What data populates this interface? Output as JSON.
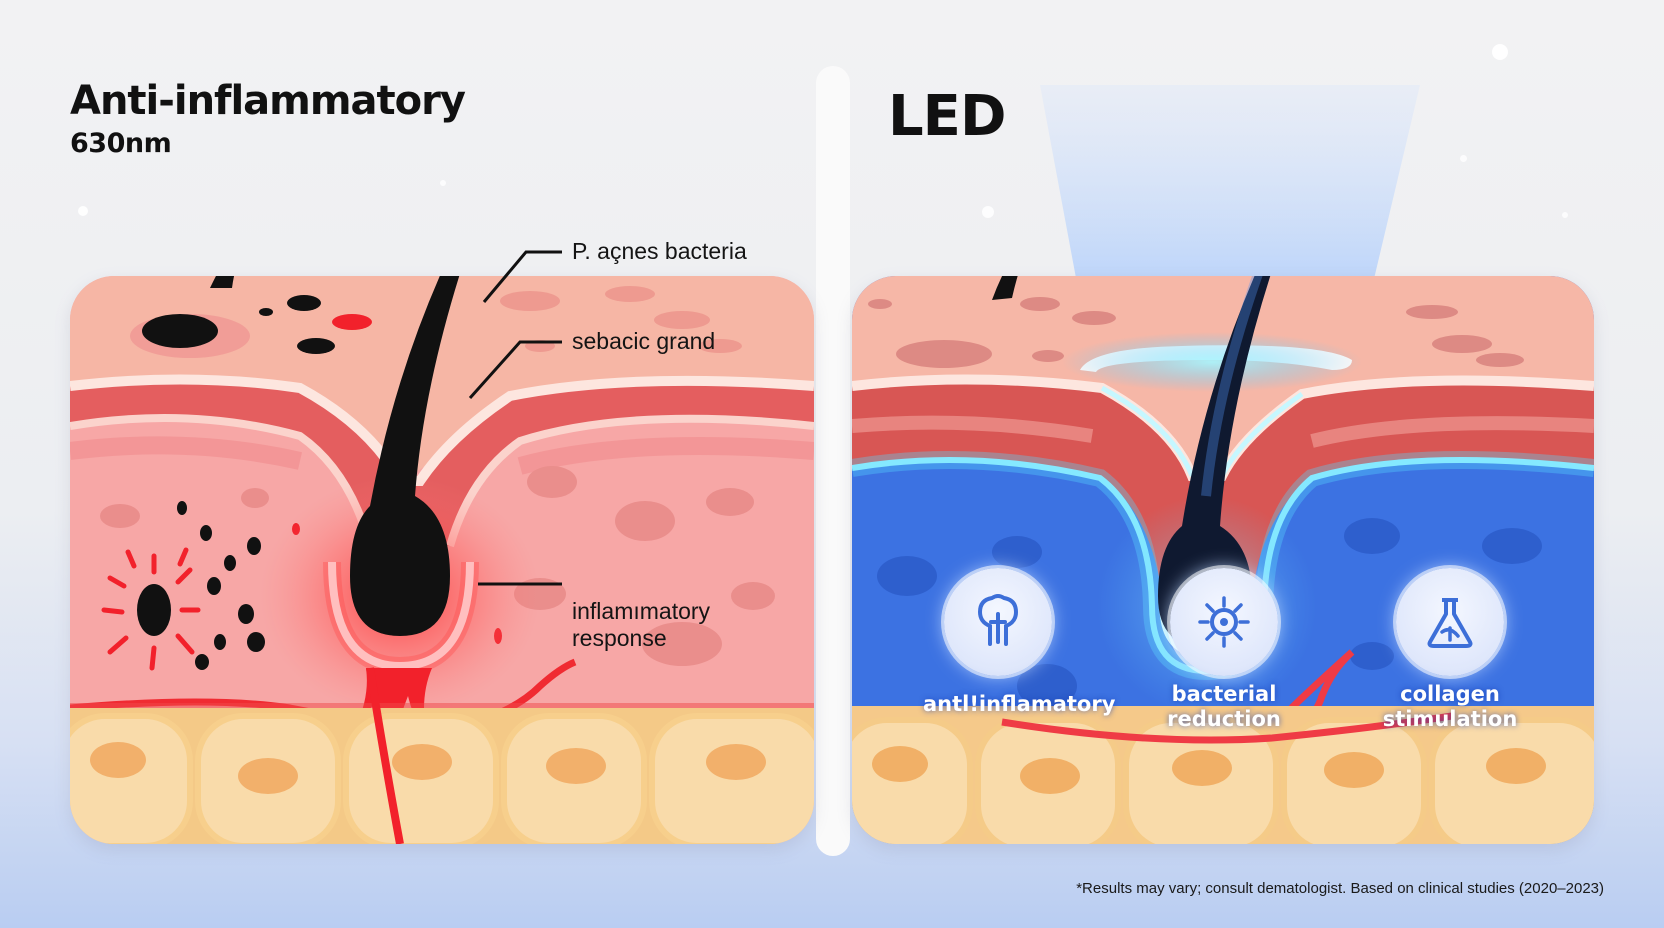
{
  "left": {
    "title": "Anti-inflammatory",
    "subtitle": "630nm",
    "callouts": [
      "P. açnes bacteria",
      "sebacic grand",
      "inflamımatory\nresponse"
    ]
  },
  "right": {
    "title": "LED",
    "benefits": [
      {
        "label": "antl!inflamatory",
        "icon": "tree-cross-icon"
      },
      {
        "label": "bacterial\nreduction",
        "icon": "bacterium-icon"
      },
      {
        "label": "collagen\nstimulation",
        "icon": "flask-icon"
      }
    ]
  },
  "footnote": "*Results may vary; consult dematologist. Based on clinical studies (2020–2023)",
  "colors": {
    "skin_surface": "#f6b3a3",
    "dermis_inflamed": "#f6a5a3",
    "dermis_led": "#3d74e4",
    "inflammation_red": "#f21e2a",
    "led_glow": "#7ff0ff",
    "fat_cells": "#f6cd8e"
  }
}
